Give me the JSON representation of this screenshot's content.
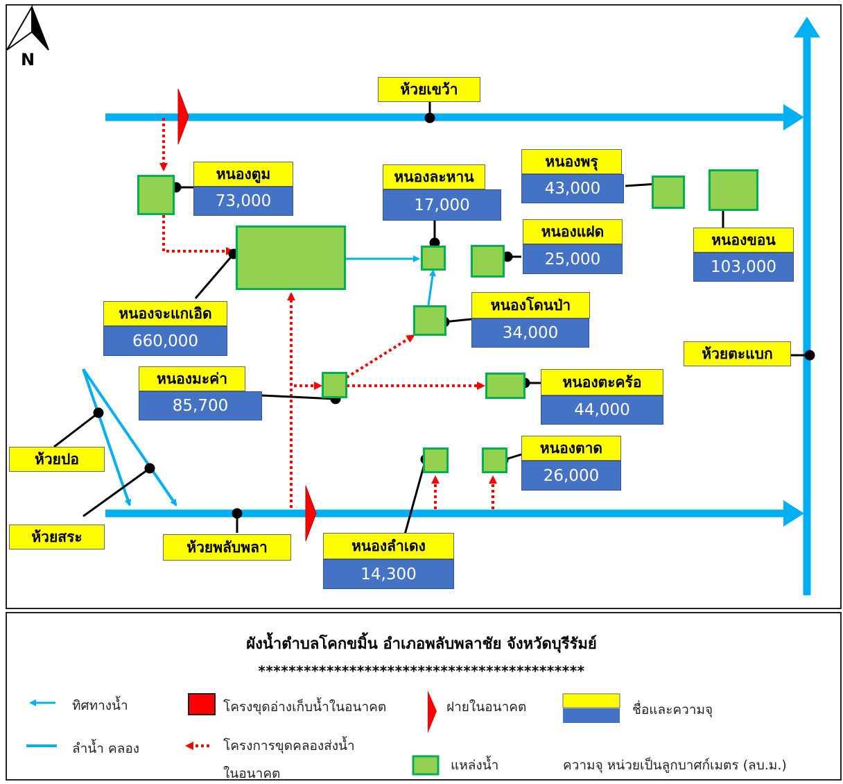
{
  "compass": {
    "label": "N"
  },
  "streams": {
    "huai_khwao": "ห้วยเขว้า",
    "huai_tabaek": "ห้วยตะแบก",
    "huai_po": "ห้วยปอ",
    "huai_sra": "ห้วยสระ",
    "huai_phlapphla": "ห้วยพลับพลา"
  },
  "ponds": [
    {
      "name": "หนองตูม",
      "capacity": "73,000"
    },
    {
      "name": "หนองละหาน",
      "capacity": "17,000"
    },
    {
      "name": "หนองพรุ",
      "capacity": "43,000"
    },
    {
      "name": "หนองแฝด",
      "capacity": "25,000"
    },
    {
      "name": "หนองขอน",
      "capacity": "103,000"
    },
    {
      "name": "หนองจะแกเอิด",
      "capacity": "660,000"
    },
    {
      "name": "หนองโดนป่า",
      "capacity": "34,000"
    },
    {
      "name": "หนองมะค่า",
      "capacity": "85,700"
    },
    {
      "name": "หนองตะคร้อ",
      "capacity": "44,000"
    },
    {
      "name": "หนองตาด",
      "capacity": "26,000"
    },
    {
      "name": "หนองลำเดง",
      "capacity": "14,300"
    }
  ],
  "legend": {
    "title": "ผังน้ำตำบลโคกขมิ้น อำเภอพลับพลาชัย จังหวัดบุรีรัมย์",
    "stars": "*******************************************",
    "flow_direction": "ทิศทางน้ำ",
    "stream": "ลำน้ำ คลอง",
    "future_reservoir": "โครงขุดอ่างเก็บน้ำในอนาคต",
    "future_canal_1": "โครงการขุดคลองส่งน้ำ",
    "future_canal_2": "ในอนาคต",
    "future_weir": "ฝายในอนาคต",
    "water_source": "แหล่งน้ำ",
    "name_capacity": "ชื่อและความจุ",
    "unit_note": "ความจุ หน่วยเป็นลูกบาศก์เมตร (ลบ.ม.)"
  },
  "colors": {
    "stream": "#00b0f0",
    "canal": "#ff0000",
    "pond_fill": "#92d050",
    "pond_border": "#00b050",
    "label_yellow": "#ffff00",
    "capacity_blue": "#4472c4"
  }
}
